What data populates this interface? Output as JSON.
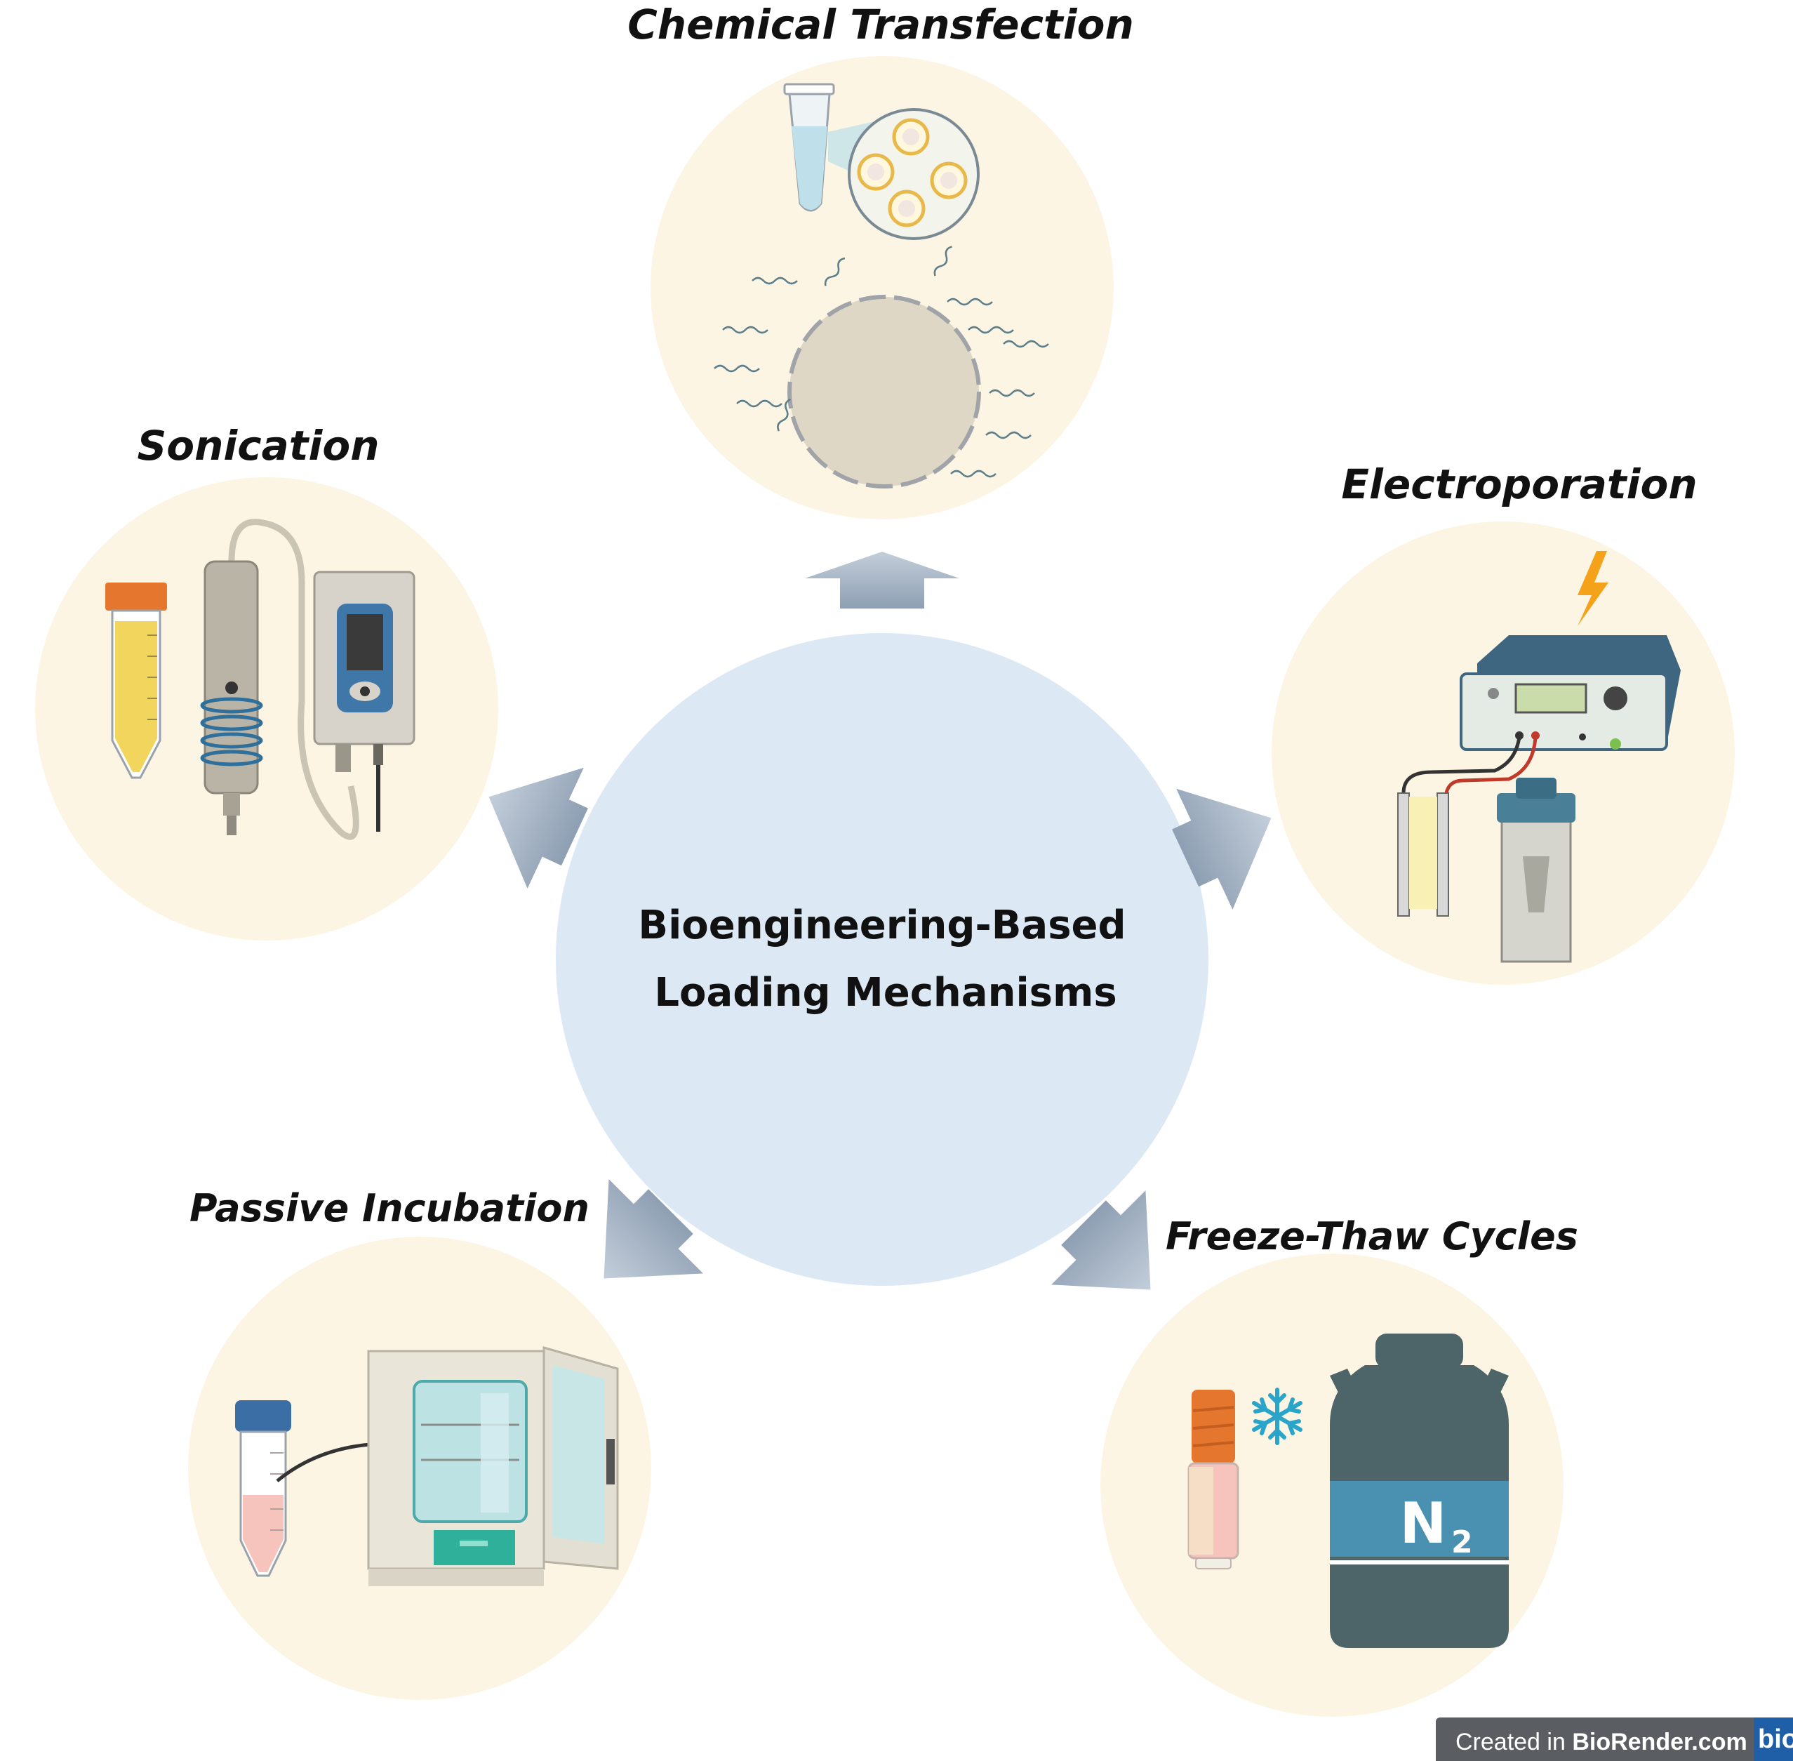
{
  "title_lines": [
    "Bioengineering-Based",
    "Loading Mechanisms"
  ],
  "methods": [
    {
      "label": "Chemical Transfection"
    },
    {
      "label": "Sonication"
    },
    {
      "label": "Electroporation"
    },
    {
      "label": "Passive Incubation"
    },
    {
      "label": "Freeze-Thaw Cycles"
    }
  ],
  "n2_label": {
    "main": "N",
    "sub": "2"
  },
  "credit": {
    "prefix": "Created in ",
    "brand": "BioRender.com",
    "logo": "bio"
  },
  "colors": {
    "center_circle": "#dce9f5",
    "method_circle": "#fdf5e3",
    "arrow": "#a6b5c6",
    "dewar": "#4d6468",
    "n2_band": "#4a90b0",
    "bolt": "#f5a21b"
  },
  "icons": [
    "microtube-icon",
    "nanoparticle-icon",
    "cell-icon",
    "falcon-tube-icon",
    "sonicator-probe-icon",
    "sonicator-unit-icon",
    "power-supply-icon",
    "lightning-icon",
    "electrode-icon",
    "cuvette-icon",
    "incubator-icon",
    "cryovial-icon",
    "snowflake-icon",
    "liquid-nitrogen-dewar-icon"
  ]
}
